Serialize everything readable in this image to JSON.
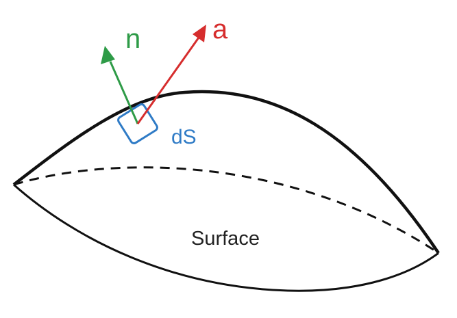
{
  "labels": {
    "normal": "n",
    "vector": "a",
    "area_element": "dS",
    "surface": "Surface"
  },
  "colors": {
    "outline": "#111111",
    "normal": "#2e9b47",
    "vector": "#d62d2d",
    "area_element": "#2f7bc6",
    "text": "#222222"
  }
}
